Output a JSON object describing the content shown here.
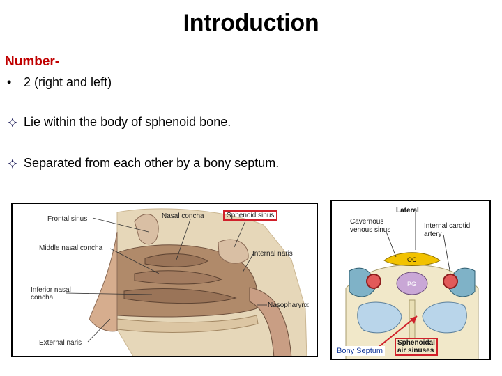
{
  "slide": {
    "title": "Introduction",
    "number_label": "Number-",
    "bullets": [
      {
        "marker": "•",
        "text": "2 (right and left)"
      },
      {
        "marker": "diamond-bullet",
        "text": "Lie within the body of sphenoid bone."
      },
      {
        "marker": "diamond-bullet",
        "text": "Separated from each other by a bony septum."
      }
    ]
  },
  "figure_left": {
    "labels": {
      "frontal_sinus": "Frontal sinus",
      "nasal_concha": "Nasal concha",
      "sphenoid_sinus": "Sphenoid sinus",
      "middle_nasal_concha": "Middle nasal concha",
      "internal_naris": "Internal naris",
      "inferior_nasal_concha_1": "Inferior nasal",
      "inferior_nasal_concha_2": "concha",
      "nasopharynx": "Nasopharynx",
      "external_naris": "External naris"
    },
    "colors": {
      "highlight_box": "#d0202a",
      "tissue": "#b08a6a",
      "bone": "#e6d7b9"
    }
  },
  "figure_right": {
    "labels": {
      "lateral": "Lateral",
      "cavernous_1": "Cavernous",
      "cavernous_2": "venous sinus",
      "internal_carotid_1": "Internal carotid",
      "internal_carotid_2": "artery",
      "oc": "OC",
      "pg": "PG",
      "bony_septum": "Bony Septum",
      "sphenoidal_1": "Sphenoidal",
      "sphenoidal_2": "air sinuses"
    },
    "colors": {
      "arrow": "#d0202a",
      "septum_text": "#1a3e9c",
      "sinus": "#b9d5ea",
      "pituitary": "#c9a7d6",
      "optic": "#f2c200"
    }
  }
}
